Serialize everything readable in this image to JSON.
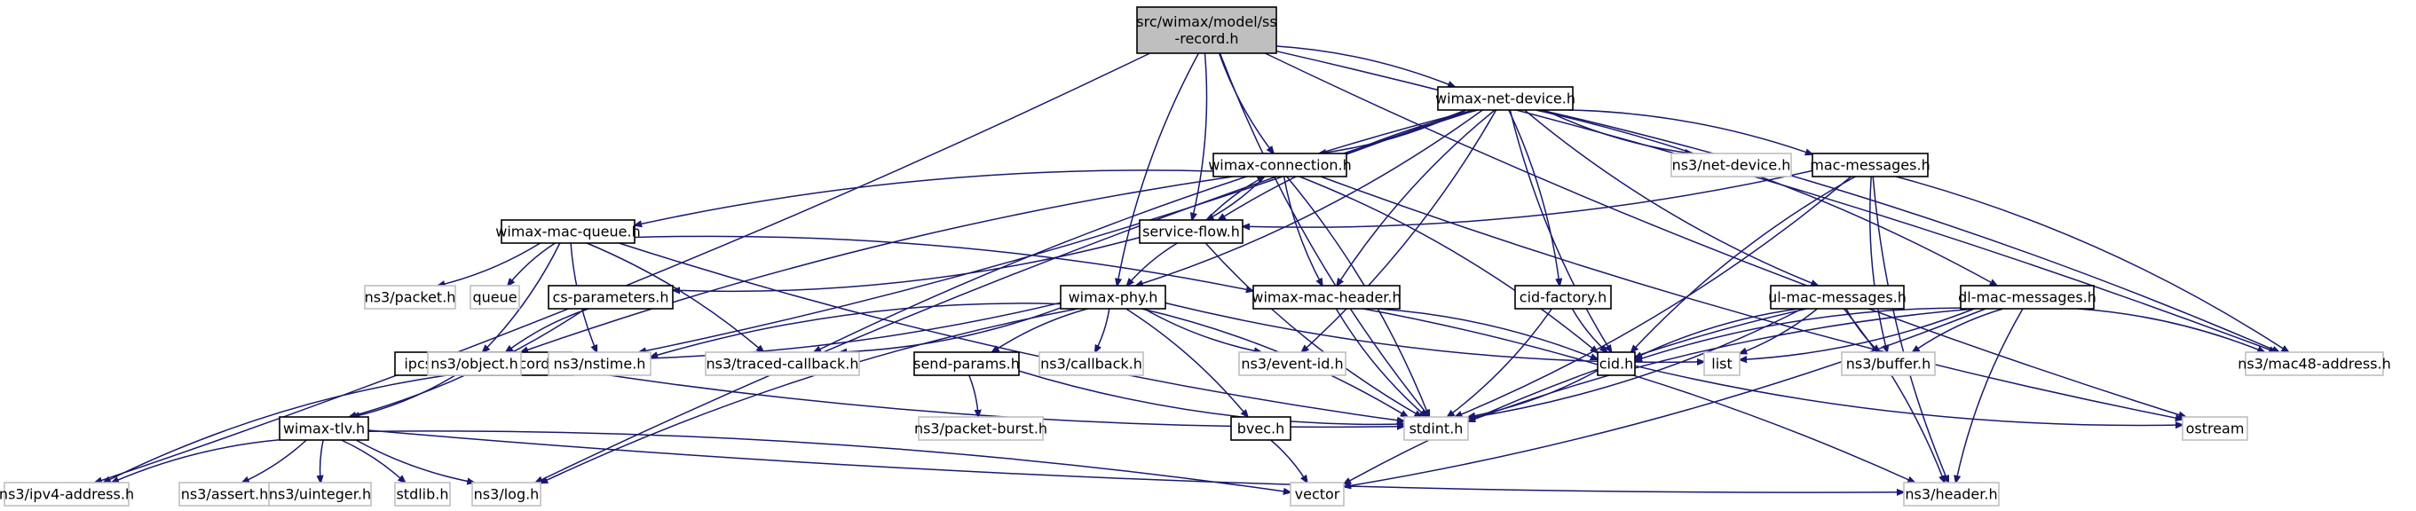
{
  "colors": {
    "edge": "#191970",
    "root_fill": "#bfbfbf",
    "internal_border": "#000000",
    "external_border": "#bfbfbf",
    "text": "#000000"
  },
  "nodes": [
    {
      "id": "root",
      "lines": [
        "src/wimax/model/ss",
        "-record.h"
      ],
      "kind": "root"
    },
    {
      "id": "netdev",
      "lines": [
        "wimax-net-device.h"
      ],
      "kind": "internal"
    },
    {
      "id": "conn",
      "lines": [
        "wimax-connection.h"
      ],
      "kind": "internal"
    },
    {
      "id": "ns3netdev",
      "lines": [
        "ns3/net-device.h"
      ],
      "kind": "external"
    },
    {
      "id": "macmsg",
      "lines": [
        "mac-messages.h"
      ],
      "kind": "internal"
    },
    {
      "id": "macq",
      "lines": [
        "wimax-mac-queue.h"
      ],
      "kind": "internal"
    },
    {
      "id": "sflow",
      "lines": [
        "service-flow.h"
      ],
      "kind": "internal"
    },
    {
      "id": "packet",
      "lines": [
        "ns3/packet.h"
      ],
      "kind": "external"
    },
    {
      "id": "queue",
      "lines": [
        "queue"
      ],
      "kind": "external"
    },
    {
      "id": "csparams",
      "lines": [
        "cs-parameters.h"
      ],
      "kind": "internal"
    },
    {
      "id": "phy",
      "lines": [
        "wimax-phy.h"
      ],
      "kind": "internal"
    },
    {
      "id": "macheader",
      "lines": [
        "wimax-mac-header.h"
      ],
      "kind": "internal"
    },
    {
      "id": "cidfactory",
      "lines": [
        "cid-factory.h"
      ],
      "kind": "internal"
    },
    {
      "id": "ulmac",
      "lines": [
        "ul-mac-messages.h"
      ],
      "kind": "internal"
    },
    {
      "id": "dlmac",
      "lines": [
        "dl-mac-messages.h"
      ],
      "kind": "internal"
    },
    {
      "id": "ipcs",
      "lines": [
        "ipcs-classifier-record.h"
      ],
      "kind": "internal"
    },
    {
      "id": "object",
      "lines": [
        "ns3/object.h"
      ],
      "kind": "external"
    },
    {
      "id": "nstime",
      "lines": [
        "ns3/nstime.h"
      ],
      "kind": "external"
    },
    {
      "id": "traced",
      "lines": [
        "ns3/traced-callback.h"
      ],
      "kind": "external"
    },
    {
      "id": "sendparams",
      "lines": [
        "send-params.h"
      ],
      "kind": "internal"
    },
    {
      "id": "callback",
      "lines": [
        "ns3/callback.h"
      ],
      "kind": "external"
    },
    {
      "id": "eventid",
      "lines": [
        "ns3/event-id.h"
      ],
      "kind": "external"
    },
    {
      "id": "cid",
      "lines": [
        "cid.h"
      ],
      "kind": "internal"
    },
    {
      "id": "list",
      "lines": [
        "list"
      ],
      "kind": "external"
    },
    {
      "id": "buffer",
      "lines": [
        "ns3/buffer.h"
      ],
      "kind": "external"
    },
    {
      "id": "mac48",
      "lines": [
        "ns3/mac48-address.h"
      ],
      "kind": "external"
    },
    {
      "id": "tlv",
      "lines": [
        "wimax-tlv.h"
      ],
      "kind": "internal"
    },
    {
      "id": "pktburst",
      "lines": [
        "ns3/packet-burst.h"
      ],
      "kind": "external"
    },
    {
      "id": "stdint",
      "lines": [
        "stdint.h"
      ],
      "kind": "external"
    },
    {
      "id": "bvec",
      "lines": [
        "bvec.h"
      ],
      "kind": "internal"
    },
    {
      "id": "ostream",
      "lines": [
        "ostream"
      ],
      "kind": "external"
    },
    {
      "id": "ipv4",
      "lines": [
        "ns3/ipv4-address.h"
      ],
      "kind": "external"
    },
    {
      "id": "assert",
      "lines": [
        "ns3/assert.h"
      ],
      "kind": "external"
    },
    {
      "id": "uinteger",
      "lines": [
        "ns3/uinteger.h"
      ],
      "kind": "external"
    },
    {
      "id": "stdlib",
      "lines": [
        "stdlib.h"
      ],
      "kind": "external"
    },
    {
      "id": "log",
      "lines": [
        "ns3/log.h"
      ],
      "kind": "external"
    },
    {
      "id": "vector",
      "lines": [
        "vector"
      ],
      "kind": "external"
    },
    {
      "id": "header",
      "lines": [
        "ns3/header.h"
      ],
      "kind": "external"
    }
  ],
  "edges": [
    [
      "root",
      "netdev"
    ],
    [
      "root",
      "conn"
    ],
    [
      "root",
      "sflow"
    ],
    [
      "root",
      "phy"
    ],
    [
      "root",
      "mac48"
    ],
    [
      "root",
      "ostream"
    ],
    [
      "root",
      "ipv4"
    ],
    [
      "root",
      "stdint"
    ],
    [
      "netdev",
      "conn"
    ],
    [
      "netdev",
      "ns3netdev"
    ],
    [
      "netdev",
      "macmsg"
    ],
    [
      "netdev",
      "sflow"
    ],
    [
      "netdev",
      "phy"
    ],
    [
      "netdev",
      "macheader"
    ],
    [
      "netdev",
      "cidfactory"
    ],
    [
      "netdev",
      "ulmac"
    ],
    [
      "netdev",
      "dlmac"
    ],
    [
      "netdev",
      "cid"
    ],
    [
      "netdev",
      "nstime"
    ],
    [
      "netdev",
      "traced"
    ],
    [
      "netdev",
      "eventid"
    ],
    [
      "netdev",
      "log"
    ],
    [
      "netdev",
      "mac48"
    ],
    [
      "conn",
      "macq"
    ],
    [
      "conn",
      "sflow"
    ],
    [
      "conn",
      "macheader"
    ],
    [
      "conn",
      "cid"
    ],
    [
      "conn",
      "object"
    ],
    [
      "conn",
      "stdint"
    ],
    [
      "conn",
      "ostream"
    ],
    [
      "sflow",
      "conn"
    ],
    [
      "sflow",
      "phy"
    ],
    [
      "sflow",
      "csparams"
    ],
    [
      "sflow",
      "stdint"
    ],
    [
      "macmsg",
      "sflow"
    ],
    [
      "macmsg",
      "cid"
    ],
    [
      "macmsg",
      "stdint"
    ],
    [
      "macmsg",
      "buffer"
    ],
    [
      "macmsg",
      "mac48"
    ],
    [
      "macmsg",
      "header"
    ],
    [
      "macq",
      "packet"
    ],
    [
      "macq",
      "queue"
    ],
    [
      "macq",
      "object"
    ],
    [
      "macq",
      "nstime"
    ],
    [
      "macq",
      "traced"
    ],
    [
      "macq",
      "stdint"
    ],
    [
      "macq",
      "macheader"
    ],
    [
      "csparams",
      "ipcs"
    ],
    [
      "csparams",
      "tlv"
    ],
    [
      "ipcs",
      "ipv4"
    ],
    [
      "ipcs",
      "tlv"
    ],
    [
      "ipcs",
      "stdint"
    ],
    [
      "phy",
      "object"
    ],
    [
      "phy",
      "nstime"
    ],
    [
      "phy",
      "traced"
    ],
    [
      "phy",
      "sendparams"
    ],
    [
      "phy",
      "callback"
    ],
    [
      "phy",
      "eventid"
    ],
    [
      "phy",
      "bvec"
    ],
    [
      "phy",
      "list"
    ],
    [
      "phy",
      "stdint"
    ],
    [
      "phy",
      "log"
    ],
    [
      "sendparams",
      "pktburst"
    ],
    [
      "sendparams",
      "stdint"
    ],
    [
      "macheader",
      "cid"
    ],
    [
      "macheader",
      "stdint"
    ],
    [
      "macheader",
      "header"
    ],
    [
      "cidfactory",
      "cid"
    ],
    [
      "cidfactory",
      "stdint"
    ],
    [
      "ulmac",
      "cid"
    ],
    [
      "ulmac",
      "list"
    ],
    [
      "ulmac",
      "buffer"
    ],
    [
      "ulmac",
      "stdint"
    ],
    [
      "ulmac",
      "vector"
    ],
    [
      "ulmac",
      "header"
    ],
    [
      "dlmac",
      "cid"
    ],
    [
      "dlmac",
      "list"
    ],
    [
      "dlmac",
      "buffer"
    ],
    [
      "dlmac",
      "mac48"
    ],
    [
      "dlmac",
      "stdint"
    ],
    [
      "dlmac",
      "vector"
    ],
    [
      "dlmac",
      "header"
    ],
    [
      "cid",
      "stdint"
    ],
    [
      "cid",
      "ostream"
    ],
    [
      "bvec",
      "vector"
    ],
    [
      "tlv",
      "ipv4"
    ],
    [
      "tlv",
      "assert"
    ],
    [
      "tlv",
      "uinteger"
    ],
    [
      "tlv",
      "stdlib"
    ],
    [
      "tlv",
      "log"
    ],
    [
      "tlv",
      "vector"
    ],
    [
      "tlv",
      "header"
    ]
  ]
}
